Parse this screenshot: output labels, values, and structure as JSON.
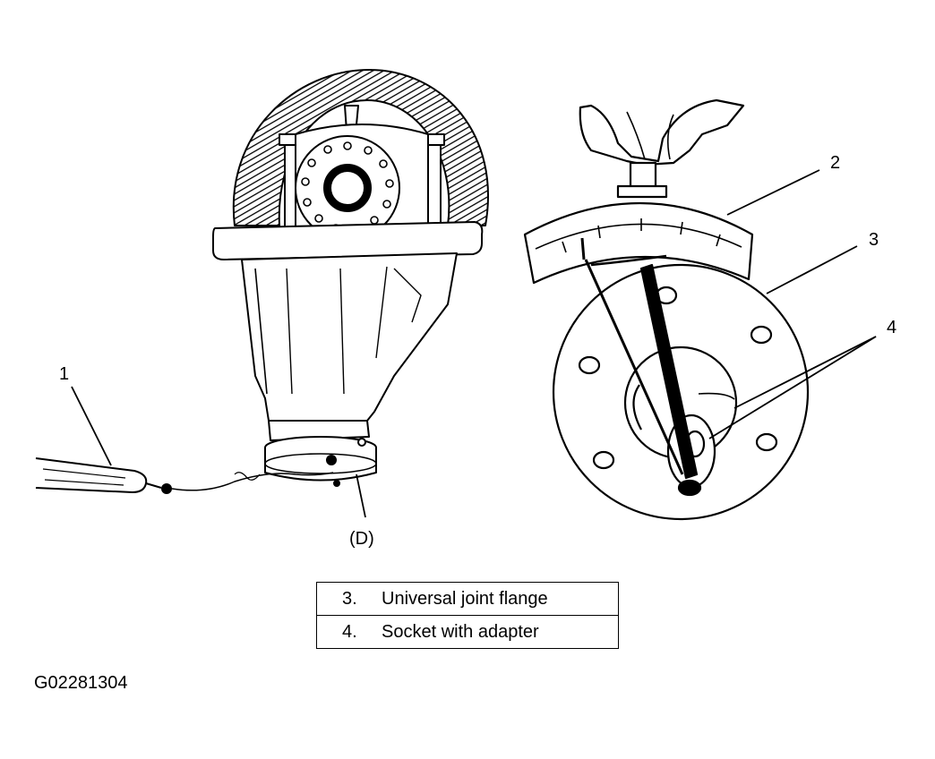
{
  "callouts": {
    "c1": "1",
    "c2": "2",
    "c3": "3",
    "c4": "4",
    "d": "(D)"
  },
  "legend": [
    {
      "number": "3.",
      "label": "Universal joint flange"
    },
    {
      "number": "4.",
      "label": "Socket with adapter"
    }
  ],
  "figure_id": "G02281304"
}
